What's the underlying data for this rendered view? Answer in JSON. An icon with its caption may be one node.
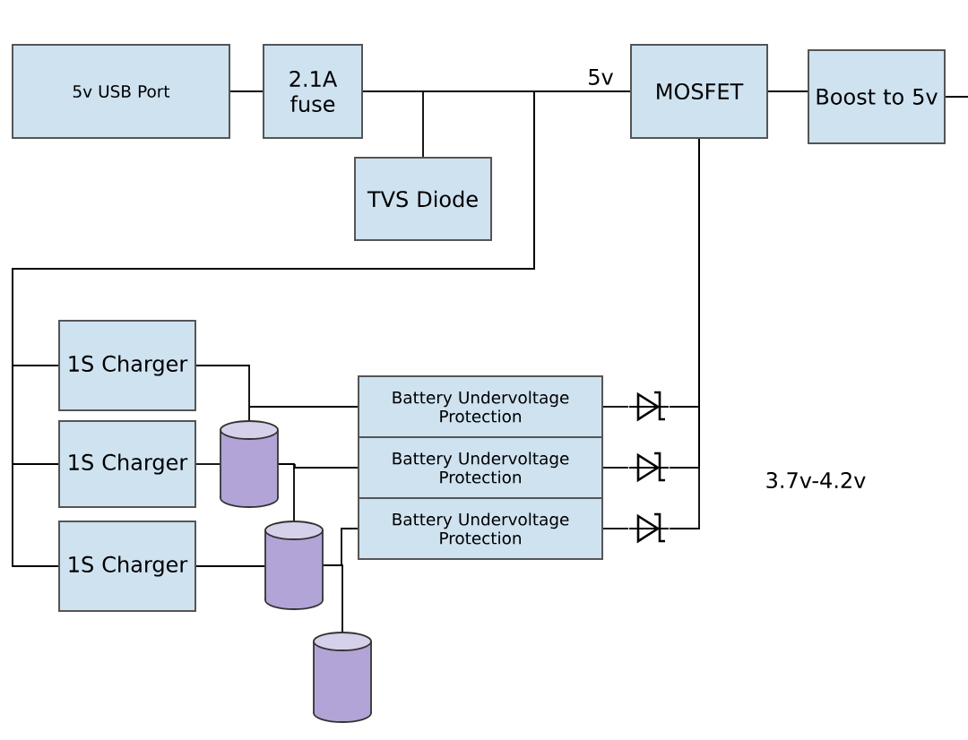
{
  "diagram": {
    "nodes": [
      {
        "text": [
          "5v USB Port"
        ]
      },
      {
        "text": [
          "2.1A fuse"
        ]
      },
      {
        "text": [
          "TVS Diode"
        ]
      },
      {
        "text": [
          "MOSFET"
        ]
      },
      {
        "text": [
          "Boost to 5v"
        ]
      },
      {
        "text": [
          "1S Charger"
        ]
      },
      {
        "text": [
          "1S Charger"
        ]
      },
      {
        "text": [
          "1S Charger"
        ]
      },
      {
        "text": [
          "Battery Undervoltage Protection"
        ]
      },
      {
        "text": [
          "Battery Undervoltage Protection"
        ]
      },
      {
        "text": [
          "Battery Undervoltage Protection"
        ]
      },
      {
        "text": [],
        "shape": "cylinder"
      },
      {
        "text": [],
        "shape": "cylinder"
      },
      {
        "text": [],
        "shape": "cylinder"
      },
      {
        "text": [],
        "shape": "diode"
      },
      {
        "text": [],
        "shape": "diode"
      },
      {
        "text": [],
        "shape": "diode"
      }
    ],
    "edges": [
      {
        "from": 0,
        "to": 1,
        "arrow": "none"
      },
      {
        "from": 1,
        "to": 3,
        "arrow": "none",
        "label": "5v"
      },
      {
        "from": 1,
        "to": 2,
        "arrow": "none"
      },
      {
        "from": 1,
        "to": 5,
        "arrow": "none"
      },
      {
        "from": 1,
        "to": 6,
        "arrow": "none"
      },
      {
        "from": 1,
        "to": 7,
        "arrow": "none"
      },
      {
        "from": 3,
        "to": 4,
        "arrow": "none"
      },
      {
        "from": 4,
        "to": null,
        "arrow": "none"
      },
      {
        "from": 5,
        "to": 11,
        "arrow": "none"
      },
      {
        "from": 11,
        "to": 8,
        "arrow": "none"
      },
      {
        "from": 6,
        "to": 11,
        "arrow": "none"
      },
      {
        "from": 11,
        "to": 12,
        "arrow": "none"
      },
      {
        "from": 11,
        "to": 9,
        "arrow": "none"
      },
      {
        "from": 7,
        "to": 12,
        "arrow": "none"
      },
      {
        "from": 12,
        "to": 10,
        "arrow": "none"
      },
      {
        "from": 12,
        "to": 13,
        "arrow": "none"
      },
      {
        "from": 8,
        "to": 14,
        "arrow": "none"
      },
      {
        "from": 9,
        "to": 15,
        "arrow": "none"
      },
      {
        "from": 10,
        "to": 16,
        "arrow": "none"
      },
      {
        "from": 14,
        "to": 3,
        "arrow": "none"
      },
      {
        "from": 15,
        "to": 3,
        "arrow": "none"
      },
      {
        "from": 16,
        "to": 3,
        "arrow": "none"
      }
    ],
    "labels": [
      "3.7v-4.2v"
    ]
  }
}
